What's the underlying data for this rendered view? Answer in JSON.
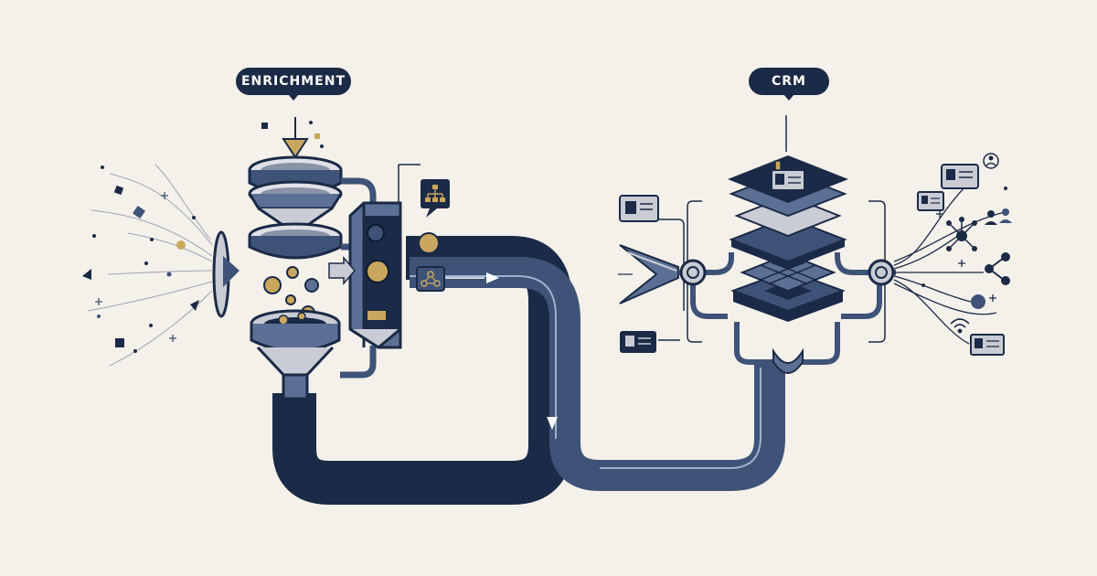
{
  "labels": {
    "enrichment": "ENRICHMENT",
    "crm": "CRM"
  },
  "colors": {
    "background": "#f4f1ea",
    "navy": "#1b2a46",
    "slate": "#3f5378",
    "steel": "#5c6f94",
    "light": "#c9ccd4",
    "gold": "#c9a75e"
  },
  "icons": [
    "scatter-particles",
    "lens-icon",
    "sieve-funnel-icon",
    "collector-funnel-icon",
    "enrichment-chamber-icon",
    "hierarchy-badge-icon",
    "network-badge-icon",
    "data-pipe",
    "crm-layer-stack-icon",
    "contact-card-icon",
    "network-node-icon",
    "share-icon",
    "user-group-icon",
    "wifi-icon"
  ]
}
